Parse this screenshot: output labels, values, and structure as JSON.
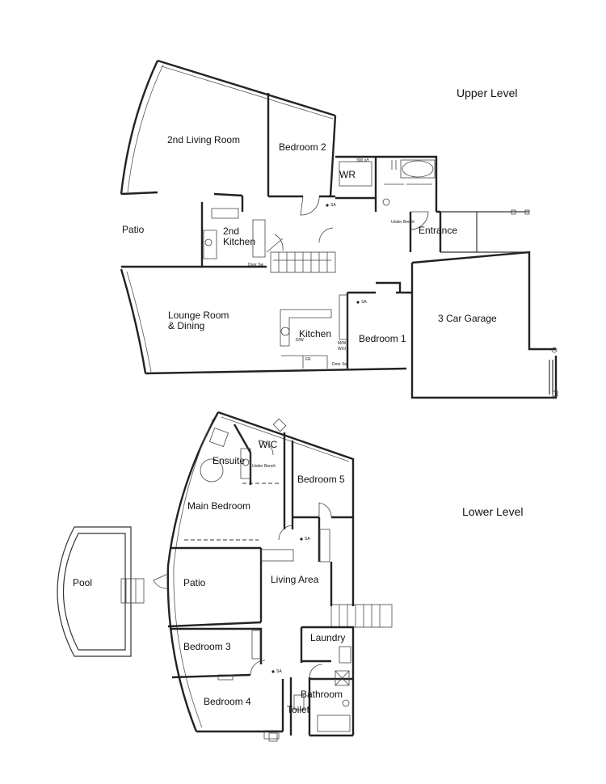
{
  "levels": {
    "upper": "Upper Level",
    "lower": "Lower Level"
  },
  "upper_rooms": {
    "living2": "2nd Living Room",
    "bedroom2": "Bedroom 2",
    "wr": "WR",
    "patio": "Patio",
    "kitchen2_line1": "2nd",
    "kitchen2_line2": "Kitchen",
    "entrance": "Entrance",
    "lounge_line1": "Lounge Room",
    "lounge_line2": "& Dining",
    "kitchen": "Kitchen",
    "bedroom1": "Bedroom 1",
    "garage": "3 Car Garage"
  },
  "lower_rooms": {
    "wic": "WIC",
    "ensuite": "Ensuite",
    "bedroom5": "Bedroom 5",
    "main_bedroom": "Main Bedroom",
    "pool": "Pool",
    "patio": "Patio",
    "living_area": "Living Area",
    "laundry": "Laundry",
    "bedroom3": "Bedroom 3",
    "bathroom": "Bathroom",
    "bedroom4": "Bedroom 4",
    "toilet": "Toilet"
  },
  "annotations": {
    "sa": "SA",
    "door_sw": "Door Sw",
    "under_bench": "Under Bench",
    "fr": "FR",
    "dw": "D/W",
    "mw": "M/W",
    "wo": "W/O",
    "sz": "300 x/f"
  }
}
